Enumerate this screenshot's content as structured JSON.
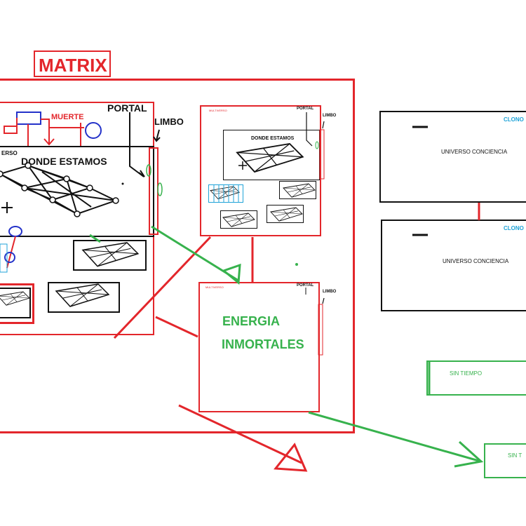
{
  "title": "MATRIX",
  "labels": {
    "muerte": "MUERTE",
    "portal": "PORTAL",
    "limbo": "LIMBO",
    "donde_estamos": "DONDE ESTAMOS",
    "verso": "ERSO",
    "small_portal": "PORTAL",
    "small_limbo": "LIMBO",
    "small_donde": "DONDE ESTAMOS",
    "small_multi": "MULTIVERSO",
    "energia": "ENERGIA",
    "inmortales": "INMORTALES",
    "clono_1": "CLONO",
    "clono_2": "CLONO",
    "universo_1": "UNIVERSO CONCIENCIA",
    "universo_2": "UNIVERSO CONCIENCIA",
    "sin_tiempo": "SIN TIEMPO",
    "sin_t": "SIN T"
  },
  "colors": {
    "red": "#e3262b",
    "blue": "#2432c9",
    "green": "#37b24d",
    "cyan": "#1fa3d8",
    "black": "#111111"
  }
}
